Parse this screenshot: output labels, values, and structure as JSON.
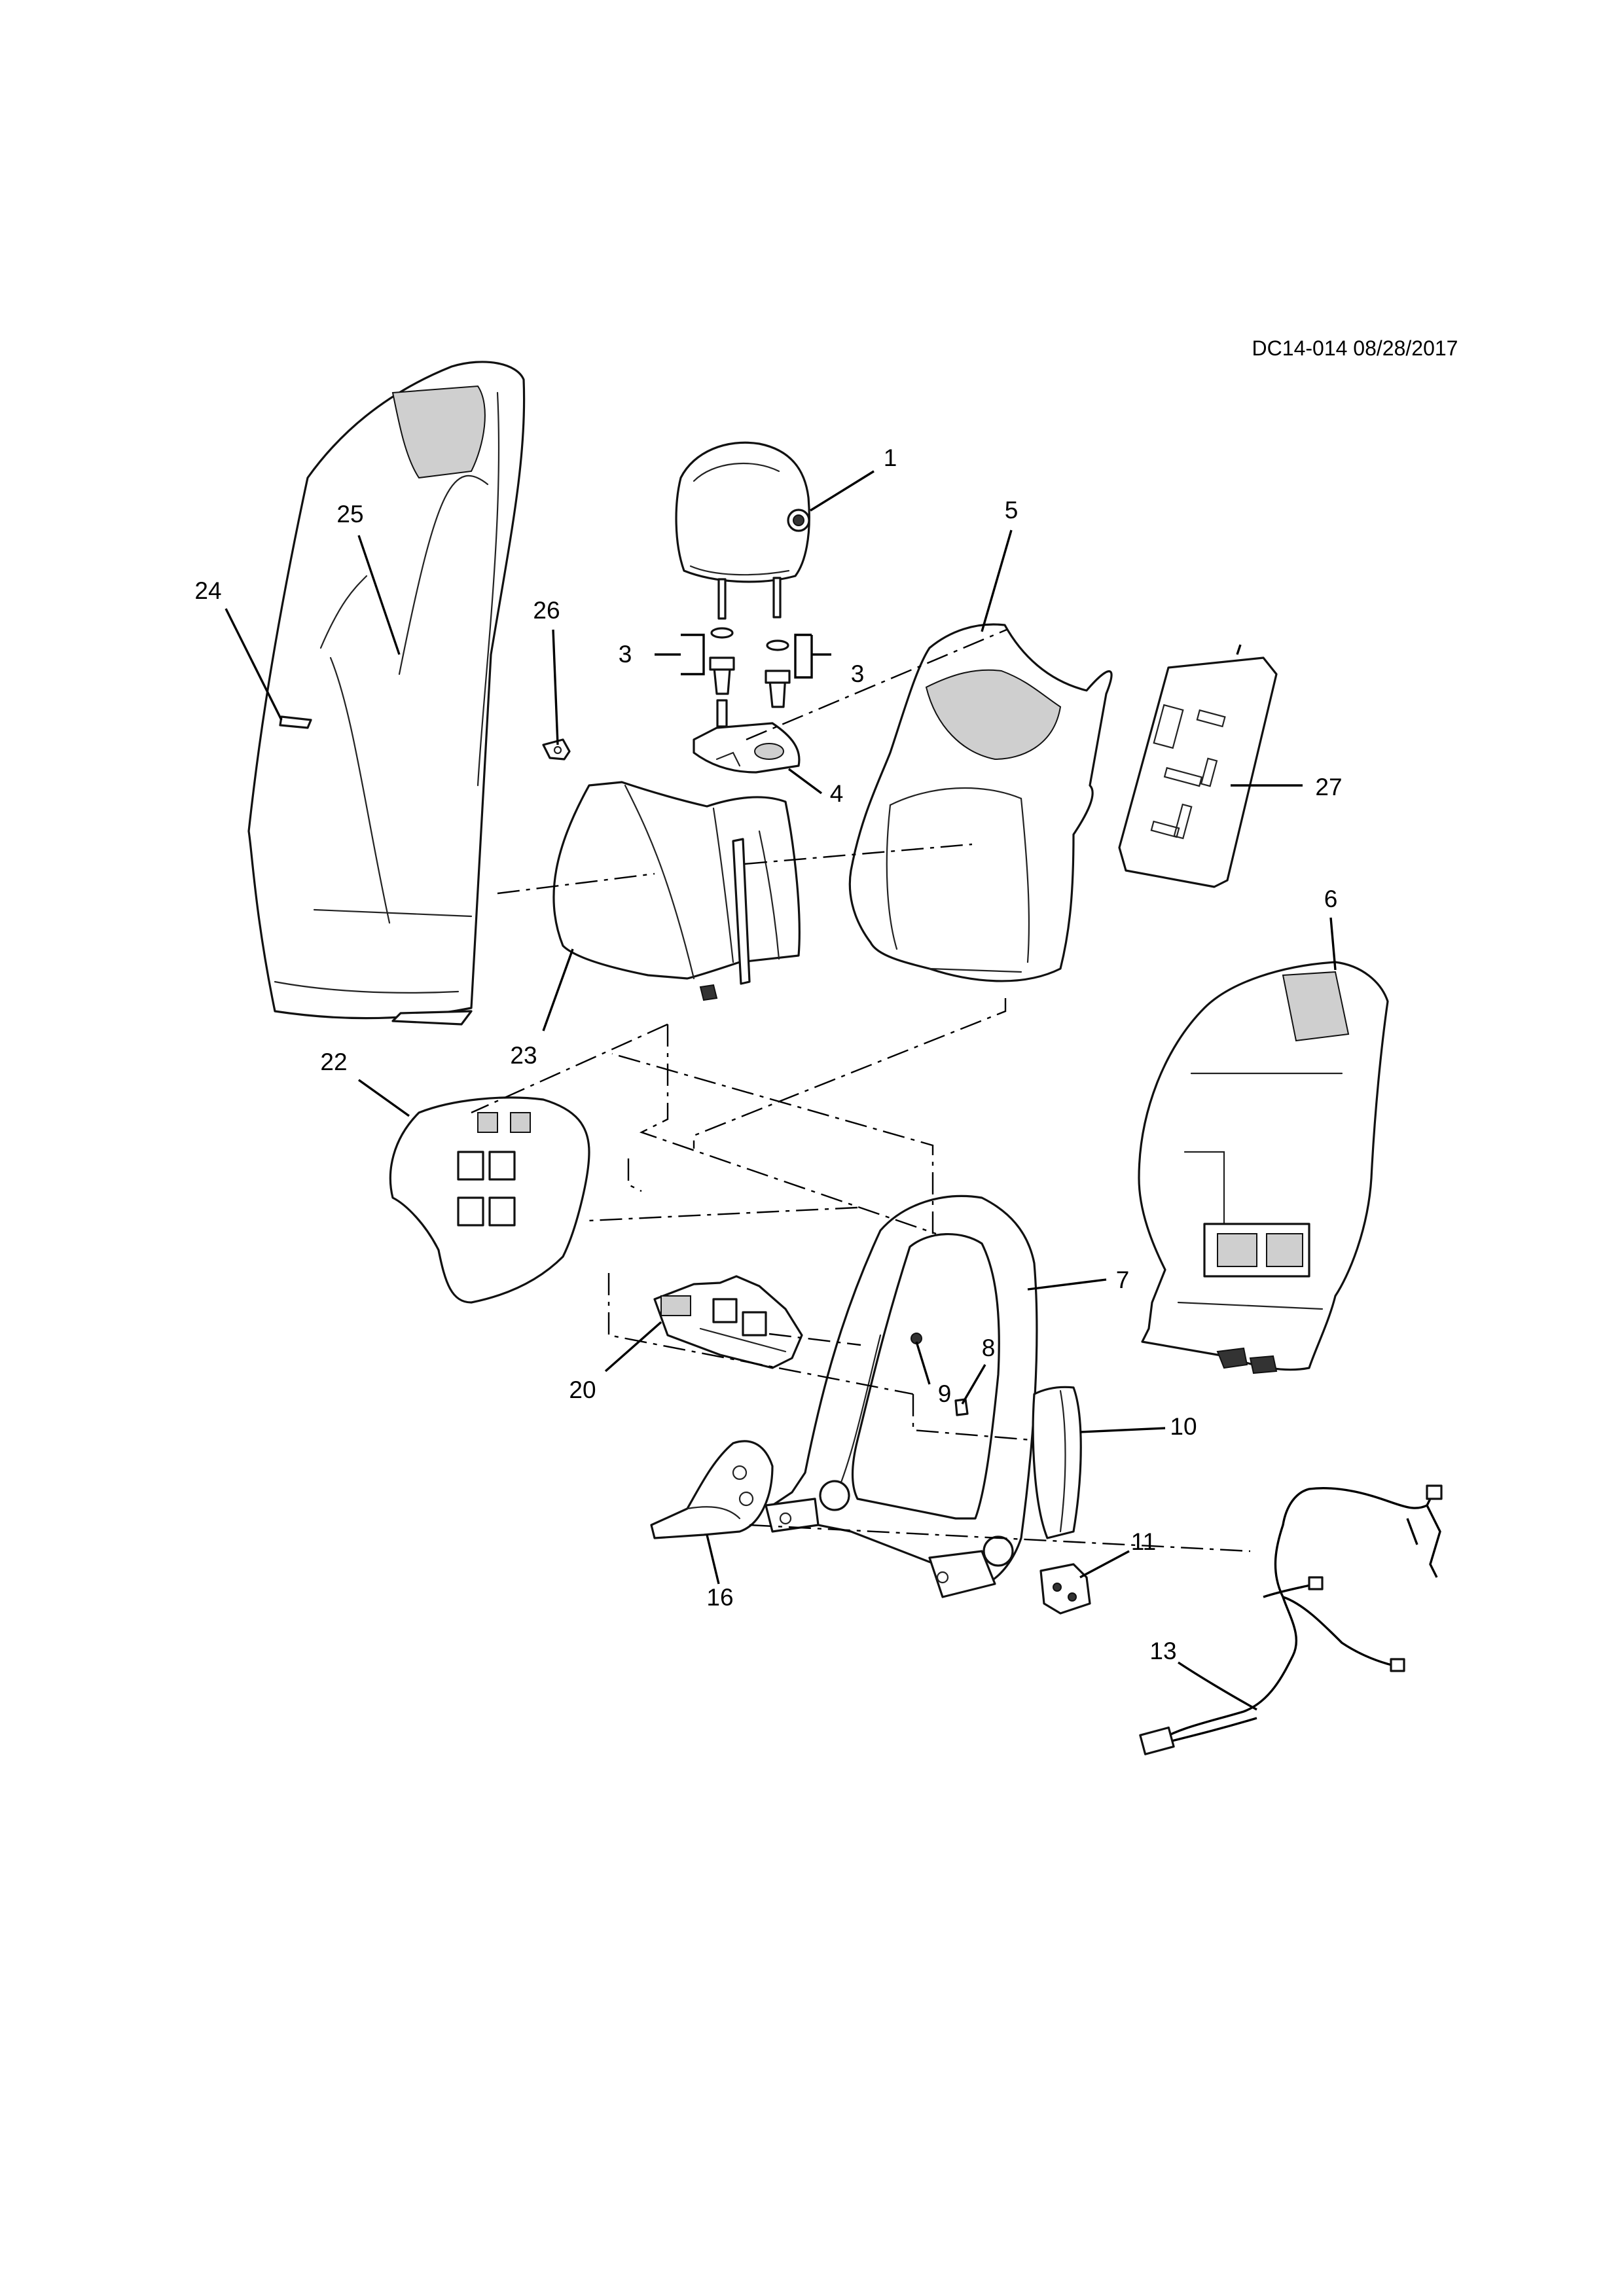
{
  "diagram": {
    "drawing_code": "DC14-014 08/28/2017",
    "callouts": {
      "c1": "1",
      "c3a": "3",
      "c3b": "3",
      "c4": "4",
      "c5": "5",
      "c6": "6",
      "c7": "7",
      "c8": "8",
      "c9": "9",
      "c10": "10",
      "c11": "11",
      "c13": "13",
      "c16": "16",
      "c20": "20",
      "c22": "22",
      "c23": "23",
      "c24": "24",
      "c25": "25",
      "c26": "26",
      "c27": "27"
    }
  }
}
